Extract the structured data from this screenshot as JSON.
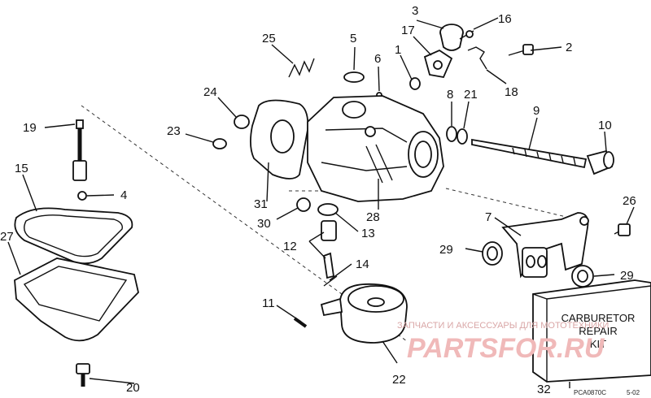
{
  "callouts": {
    "c1": "1",
    "c2": "2",
    "c3": "3",
    "c4": "4",
    "c5": "5",
    "c6": "6",
    "c7": "7",
    "c8": "8",
    "c9": "9",
    "c10": "10",
    "c11": "11",
    "c12": "12",
    "c13": "13",
    "c14": "14",
    "c15": "15",
    "c16": "16",
    "c17": "17",
    "c18": "18",
    "c19": "19",
    "c20": "20",
    "c21": "21",
    "c22": "22",
    "c23": "23",
    "c24": "24",
    "c25": "25",
    "c26": "26",
    "c27": "27",
    "c28": "28",
    "c29a": "29",
    "c29b": "29",
    "c30": "30",
    "c31": "31",
    "c32": "32"
  },
  "kit": {
    "line1": "CARBURETOR",
    "line2": "REPAIR",
    "line3": "KIT"
  },
  "watermark": {
    "top": "ЗАПЧАСТИ И АКСЕССУАРЫ ДЛЯ МОТОТЕХНИКИ",
    "logo": "PARTSFOR.RU"
  },
  "footer": {
    "code": "PCA0870C",
    "page": "5-02"
  }
}
